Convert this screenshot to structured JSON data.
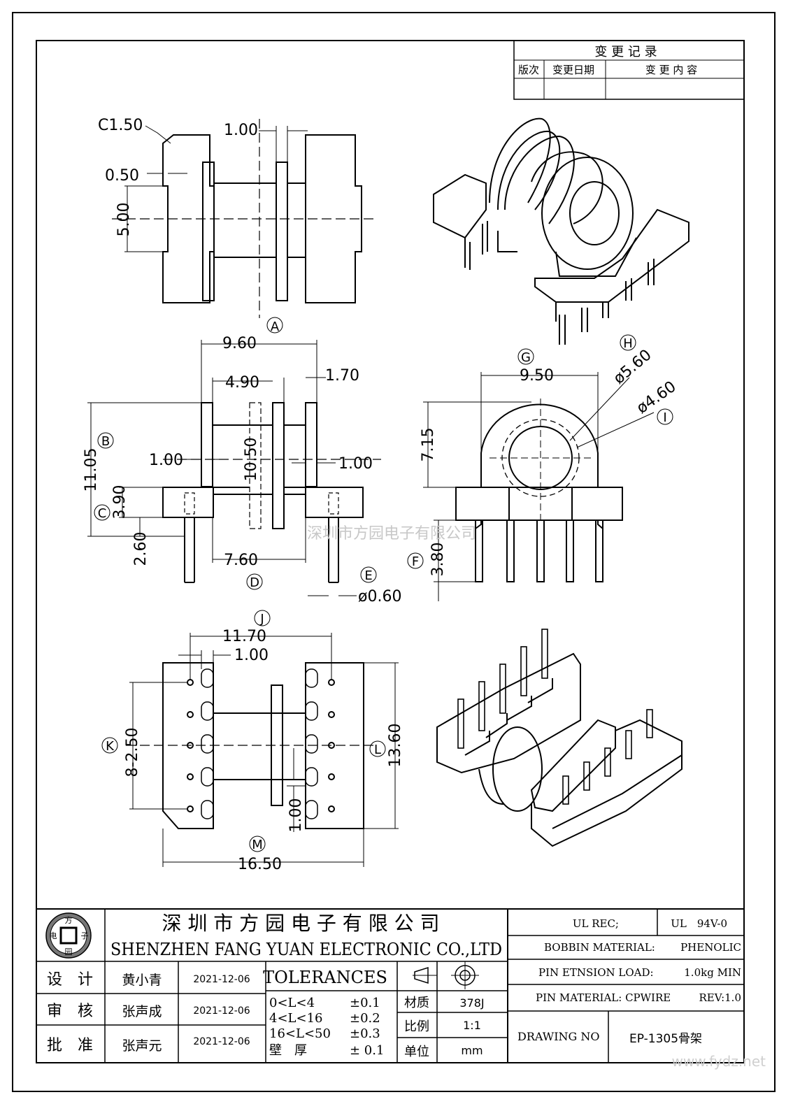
{
  "change_record": {
    "title": "变 更 记 录",
    "col_version": "版次",
    "col_date": "变更日期",
    "col_content": "变 更 内 容"
  },
  "dims": {
    "top_view": {
      "c": "C1.50",
      "a": "0.50",
      "b": "5.00",
      "w": "1.00"
    },
    "front_view": {
      "label": "A",
      "w": "9.60",
      "inner": "4.90",
      "flange": "1.70",
      "b_label": "B",
      "h": "11.05",
      "c_label": "C",
      "c": "3.90",
      "pin": "2.60",
      "l1": "1.00",
      "core": "10.50",
      "r1": "1.00",
      "bottom": "7.60",
      "d_label": "D",
      "e_label": "E",
      "pin_d": "ø0.60"
    },
    "side_view": {
      "g_label": "G",
      "w": "9.50",
      "h_label": "H",
      "outer": "ø5.60",
      "inner": "ø4.60",
      "i_label": "I",
      "h": "7.15",
      "f_label": "F",
      "pin": "3.80"
    },
    "bottom_view": {
      "j_label": "J",
      "w": "11.70",
      "pitch_h": "1.00",
      "k_label": "K",
      "pitch": "8-2.50",
      "l_label": "L",
      "h": "13.60",
      "pitch_v": "1.00",
      "m_label": "M",
      "total": "16.50"
    }
  },
  "watermark": "深圳市方园电子有限公司",
  "website": "www.fydz.net",
  "title_block": {
    "logo": {
      "top": "方",
      "left": "电",
      "right": "子",
      "bottom": "园"
    },
    "company_cn": "深 圳 市 方 园 电 子 有 限 公 司",
    "company_en": "SHENZHEN FANG YUAN ELECTRONIC CO.,LTD",
    "rows": [
      {
        "role": "设　计",
        "name": "黄小青",
        "date": "2021-12-06"
      },
      {
        "role": "审　核",
        "name": "张声成",
        "date": "2021-12-06"
      },
      {
        "role": "批　准",
        "name": "张声元",
        "date": "2021-12-06"
      }
    ],
    "tolerances": {
      "title": "TOLERANCES",
      "items": [
        {
          "range": "0<L<4",
          "value": "±0.1"
        },
        {
          "range": "4<L<16",
          "value": "±0.2"
        },
        {
          "range": "16<L<50",
          "value": "±0.3"
        },
        {
          "range": "壁　厚",
          "value": "± 0.1"
        }
      ]
    },
    "material_label": "材质",
    "material_value": "378J",
    "scale_label": "比例",
    "scale_value": "1:1",
    "unit_label": "单位",
    "unit_value": "mm",
    "ul_rec": "UL REC;",
    "ul_value": "UL　94V-0",
    "bobbin_material_label": "BOBBIN MATERIAL:",
    "bobbin_material_value": "PHENOLIC",
    "pin_load_label": "PIN ETNSION LOAD:",
    "pin_load_value": "1.0kg MIN",
    "pin_material": "PIN MATERIAL: CPWIRE",
    "rev": "REV:1.0",
    "drawing_no_label": "DRAWING NO",
    "drawing_no_value": "EP-1305骨架"
  }
}
